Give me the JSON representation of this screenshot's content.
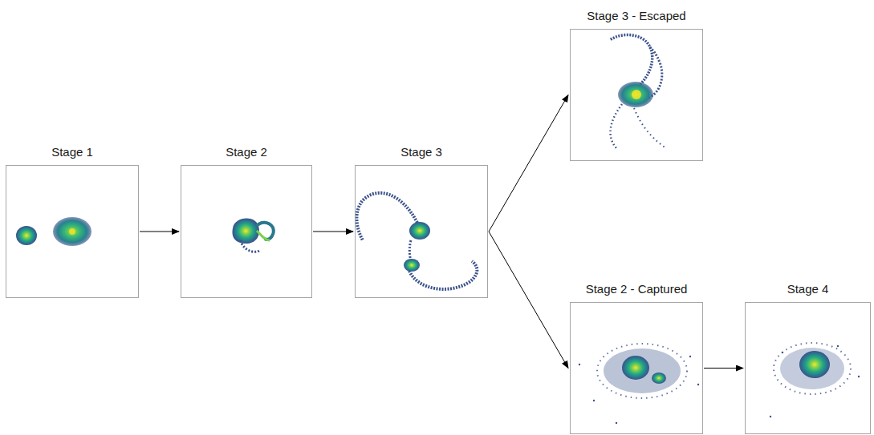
{
  "diagram": {
    "nodes": [
      {
        "text": [
          "Stage 1"
        ]
      },
      {
        "text": [
          "Stage 2"
        ]
      },
      {
        "text": [
          "Stage 3"
        ]
      },
      {
        "text": [
          "Stage 3 - Escaped"
        ]
      },
      {
        "text": [
          "Stage 2 - Captured"
        ]
      },
      {
        "text": [
          "Stage 4"
        ]
      }
    ],
    "edges": [
      {
        "from": 0,
        "to": 1,
        "arrow": "to"
      },
      {
        "from": 1,
        "to": 2,
        "arrow": "to"
      },
      {
        "from": 2,
        "to": 3,
        "arrow": "to"
      },
      {
        "from": 2,
        "to": 4,
        "arrow": "to"
      },
      {
        "from": 4,
        "to": 5,
        "arrow": "to"
      }
    ]
  }
}
